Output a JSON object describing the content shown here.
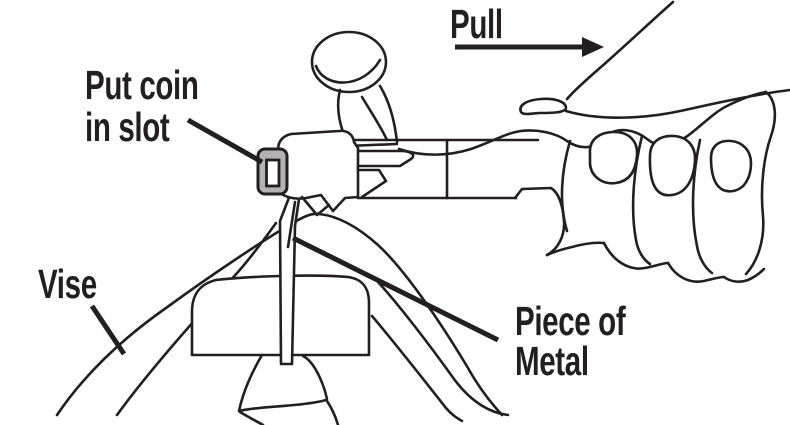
{
  "figure": {
    "background_color": "#ffffff",
    "ink_color": "#231f20",
    "coin_slot_fill": "#b4b2b3",
    "labels": {
      "pull": "Pull",
      "put_coin_line1": "Put coin",
      "put_coin_line2": "in slot",
      "vise": "Vise",
      "piece_of_metal_line1": "Piece of",
      "piece_of_metal_line2": "Metal"
    }
  }
}
